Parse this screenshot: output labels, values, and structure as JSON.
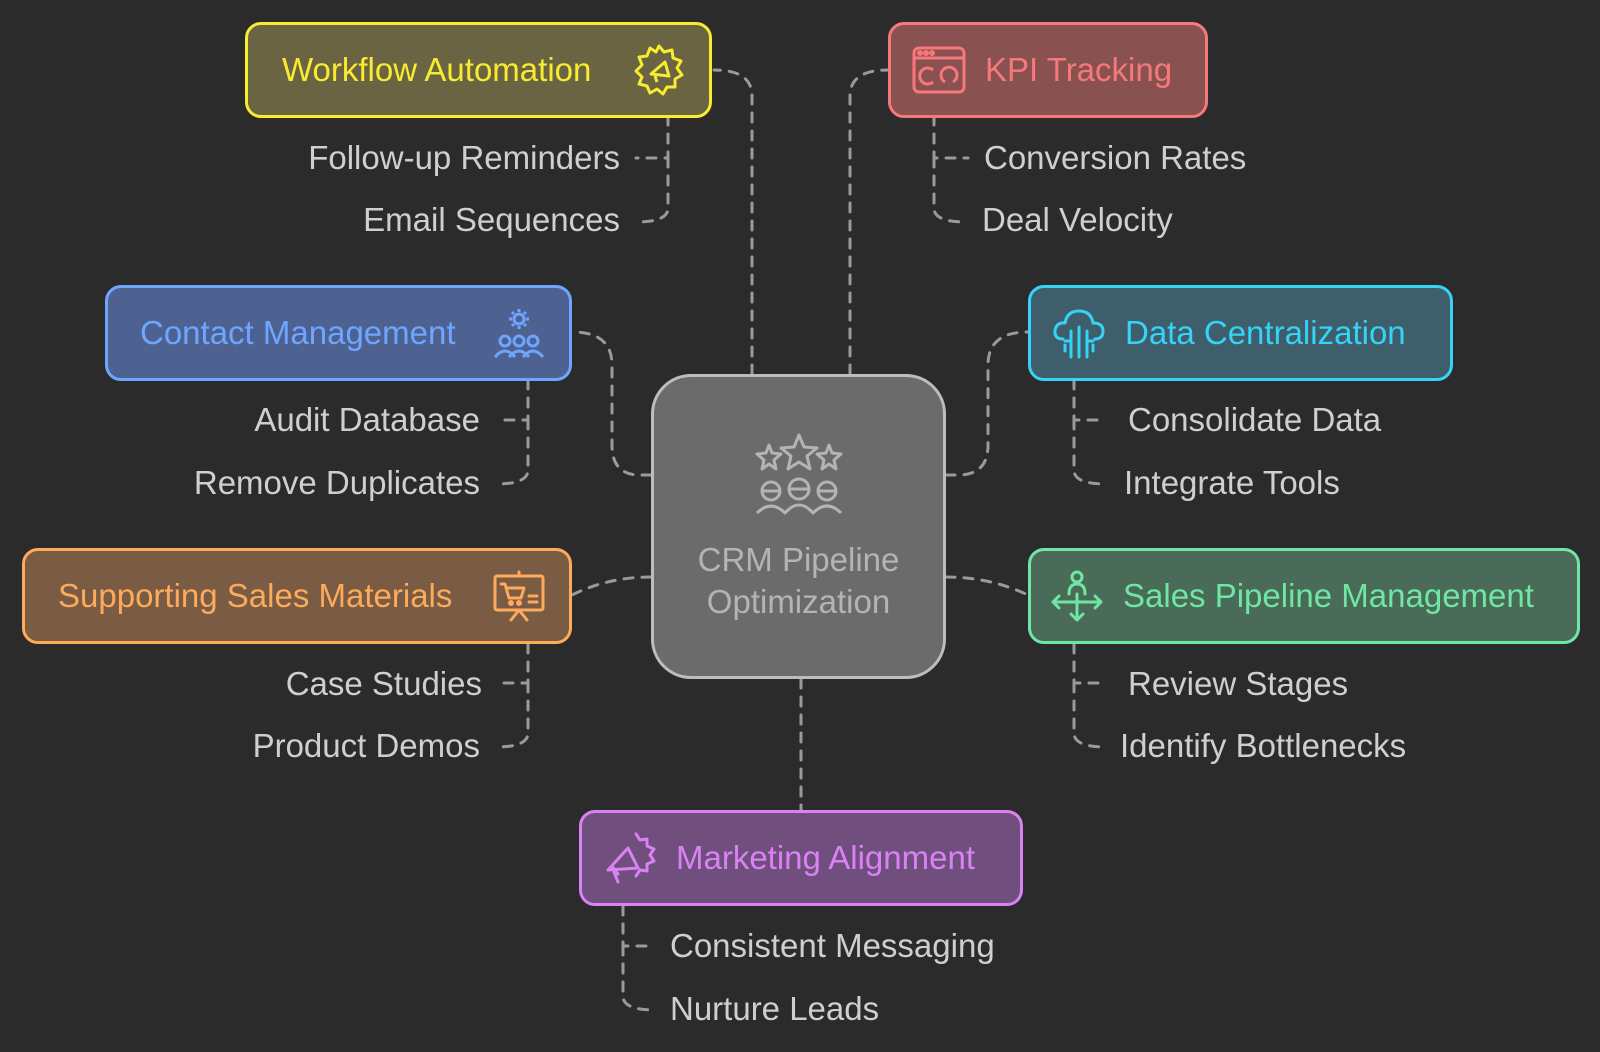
{
  "center": {
    "title": "CRM Pipeline Optimization",
    "icon": "team-stars-icon",
    "color": "#bdbdbd"
  },
  "branches": [
    {
      "key": "workflow",
      "label": "Workflow Automation",
      "icon": "gear-megaphone-icon",
      "color": "#f7ec2f",
      "fill": "#6b6443",
      "items": [
        "Follow-up Reminders",
        "Email Sequences"
      ]
    },
    {
      "key": "kpi",
      "label": "KPI Tracking",
      "icon": "dashboard-window-icon",
      "color": "#f6787a",
      "fill": "#895150",
      "items": [
        "Conversion Rates",
        "Deal Velocity"
      ]
    },
    {
      "key": "contact",
      "label": "Contact Management",
      "icon": "people-gear-icon",
      "color": "#6ea6ff",
      "fill": "#4d6291",
      "items": [
        "Audit Database",
        "Remove Duplicates"
      ]
    },
    {
      "key": "data",
      "label": "Data Centralization",
      "icon": "cloud-circuit-icon",
      "color": "#35d3f7",
      "fill": "#3f5e6b",
      "items": [
        "Consolidate Data",
        "Integrate Tools"
      ]
    },
    {
      "key": "materials",
      "label": "Supporting Sales Materials",
      "icon": "presentation-cart-icon",
      "color": "#fdab5b",
      "fill": "#7a5b44",
      "items": [
        "Case Studies",
        "Product Demos"
      ]
    },
    {
      "key": "pipeline",
      "label": "Sales Pipeline Management",
      "icon": "person-arrows-icon",
      "color": "#6ee7a4",
      "fill": "#4a6b57",
      "items": [
        "Review Stages",
        "Identify Bottlenecks"
      ]
    },
    {
      "key": "marketing",
      "label": "Marketing Alignment",
      "icon": "megaphone-gear-icon",
      "color": "#da81f4",
      "fill": "#704f7e",
      "items": [
        "Consistent Messaging",
        "Nurture Leads"
      ]
    }
  ]
}
